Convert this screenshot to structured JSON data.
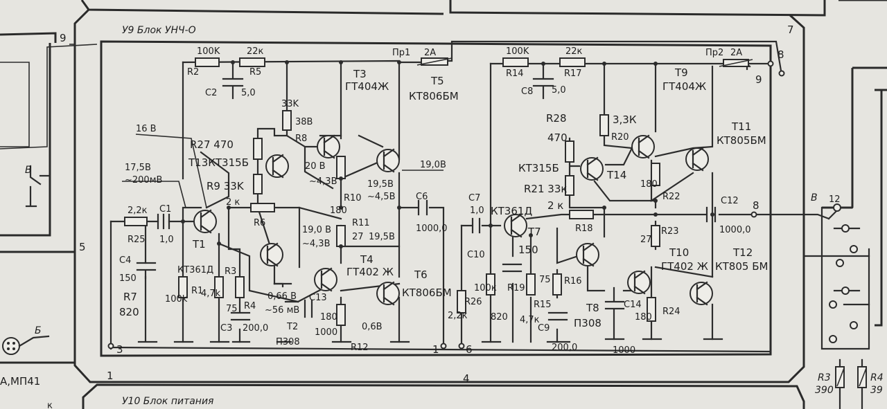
{
  "blocks": {
    "u9_title": "У9 Блок УНЧ-О",
    "u10_title": "У10 Блок питания",
    "left_text": "А,МП41",
    "left_text2": "к"
  },
  "connectors": {
    "c9": "9",
    "c5": "5",
    "c3": "3",
    "c1": "1",
    "c7": "7",
    "c8": "8",
    "c9b": "9",
    "c1b": "1",
    "c6": "6",
    "c4": "4",
    "c8b": "8",
    "c12": "12",
    "b_left": "Б",
    "b_switch": "В",
    "b_right": "В",
    "sw_left": "В"
  },
  "left_channel": {
    "r2": "R2",
    "r2v": "100K",
    "r5": "R5",
    "r5v": "22к",
    "c2": "C2",
    "c2v": "5,0",
    "r8v": "33K",
    "r8": "R8",
    "v38": "38В",
    "t3": "T3",
    "t3type": "ГТ404Ж",
    "pr1": "Пр1",
    "pr1v": "2А",
    "t5": "T5",
    "t5type": "КТ806БМ",
    "v16": "16 В",
    "r27": "R27 470",
    "t13": "T13КТ315Б",
    "v20": "20 В",
    "v43a": "~4,3В",
    "v195": "19,5В",
    "v45": "~4,5В",
    "v1900": "19,0В",
    "c6": "C6",
    "c6v": "1000,0",
    "v175": "17,5В",
    "v200mv": "~200мВ",
    "r9": "R9 33K",
    "r6v": "2 к",
    "r6": "R6",
    "r10": "R10",
    "r10v": "180",
    "r11": "R11",
    "r11v": "27",
    "r25v": "2,2к",
    "r25": "R25",
    "c1": "C1",
    "c1v": "1,0",
    "t1": "T1",
    "v190b": "19,0 В",
    "v43b": "~4,3В",
    "v195b": "19,5В",
    "t4": "T4",
    "t4type": "ГТ402 Ж",
    "c4": "C4",
    "c4v": "150",
    "t1type": "КТ361Д",
    "r3": "R3",
    "r3v": "4,7k",
    "r1": "R1",
    "r1v": "100k",
    "r4": "R4",
    "r4v": "75",
    "v066": "0,66 В",
    "v56": "~56 мВ",
    "c13": "C13",
    "t6": "T6",
    "t6type": "КТ806БМ",
    "r7": "R7",
    "r7v": "820",
    "c3": "C3",
    "c3v": "200,0",
    "t2": "T2",
    "t2type": "П308",
    "r12v": "180",
    "c1000": "1000",
    "v06": "0,6В",
    "r12": "R12"
  },
  "right_channel": {
    "r14v": "100K",
    "r14": "R14",
    "r17v": "22к",
    "r17": "R17",
    "c8": "C8",
    "c8v": "5,0",
    "pr2": "Пр2",
    "pr2v": "2А",
    "t9": "T9",
    "t9type": "ГТ404Ж",
    "r28": "R28",
    "r28v": "470",
    "r20v": "3,3К",
    "r20": "R20",
    "t11": "T11",
    "t11type": "КТ805БМ",
    "t14type": "КТ315Б",
    "t14": "T14",
    "r180": "180",
    "r21": "R21 33к",
    "r22": "R22",
    "c7": "C7",
    "c7v": "1,0",
    "t7type": "КТ361Д",
    "r18v": "2 к",
    "c12": "C12",
    "c12v": "1000,0",
    "t7": "T7",
    "r18": "R18",
    "r23": "R23",
    "c10v": "150",
    "c10": "C10",
    "r27b": "27",
    "t10": "T10",
    "t10type": "ГТ402 Ж",
    "t12": "T12",
    "t12type": "КТ805 БМ",
    "r26v": "2,2к",
    "r26": "R26",
    "r100k": "100к",
    "r19": "R19",
    "r19v": "820",
    "r15v": "4,7к",
    "r15": "R15",
    "r75": "75",
    "r16": "R16",
    "c9": "C9",
    "c9v": "200,0",
    "c14": "C14",
    "t8": "T8",
    "t8type": "П308",
    "r180b": "180",
    "r24": "R24",
    "c1000b": "1000"
  },
  "bottom_right": {
    "r3": "R3",
    "r3v": "390",
    "r4": "R4",
    "r4v": "39"
  }
}
